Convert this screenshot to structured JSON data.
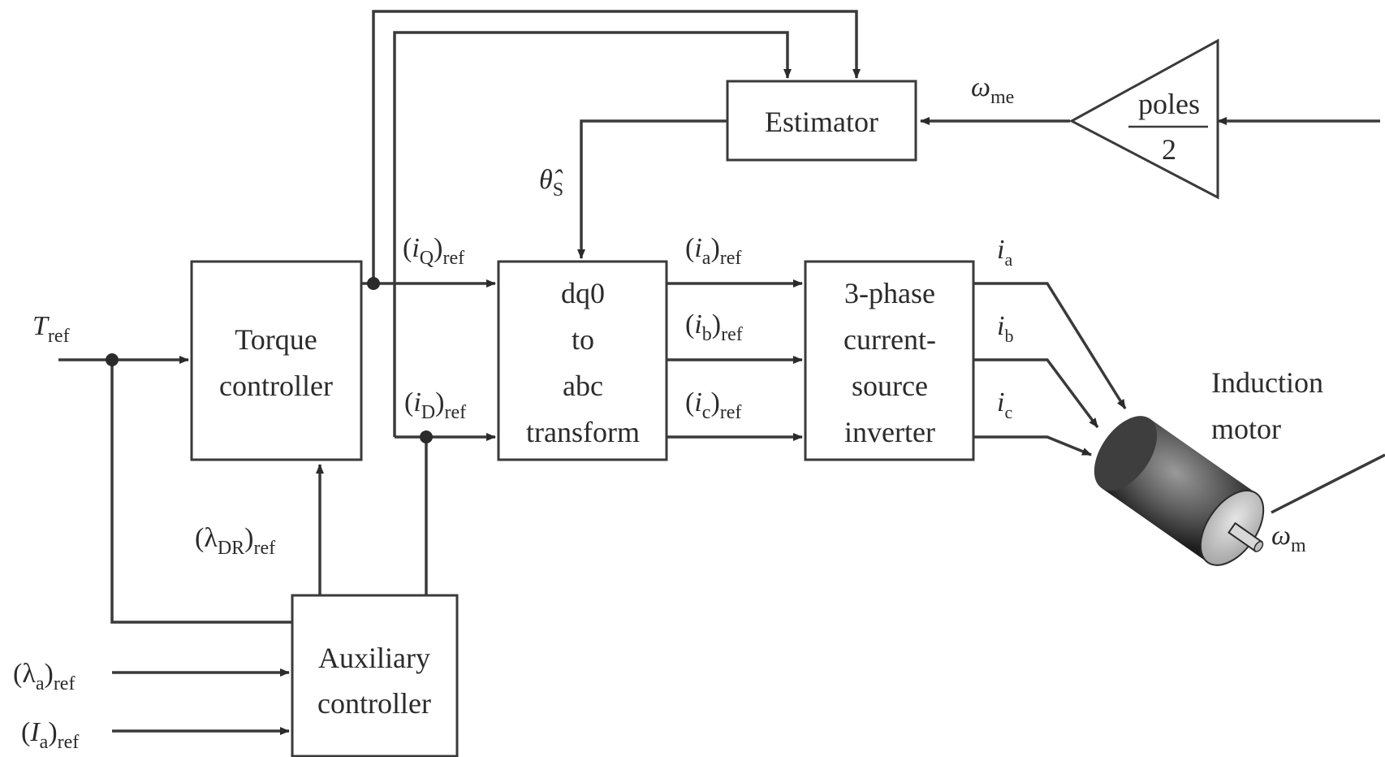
{
  "blocks": {
    "torque": [
      "Torque",
      "controller"
    ],
    "auxiliary": [
      "Auxiliary",
      "controller"
    ],
    "transform": [
      "dq0",
      "to",
      "abc",
      "transform"
    ],
    "inverter": [
      "3-phase",
      "current-",
      "source",
      "inverter"
    ],
    "estimator": "Estimator",
    "gain": {
      "numerator": "poles",
      "denominator": "2"
    },
    "motor": [
      "Induction",
      "motor"
    ]
  },
  "signals": {
    "T_ref": {
      "base": "T",
      "sub": "ref"
    },
    "lambda_DR_ref": {
      "paren": "λ",
      "sub1": "DR",
      "sub2": "ref"
    },
    "lambda_a_ref": {
      "paren": "λ",
      "sub1": "a",
      "sub2": "ref"
    },
    "I_a_ref": {
      "paren": "I",
      "sub1": "a",
      "sub2": "ref"
    },
    "iQ_ref": {
      "paren": "i",
      "sub1": "Q",
      "sub2": "ref"
    },
    "iD_ref": {
      "paren": "i",
      "sub1": "D",
      "sub2": "ref"
    },
    "ia_ref": {
      "paren": "i",
      "sub1": "a",
      "sub2": "ref"
    },
    "ib_ref": {
      "paren": "i",
      "sub1": "b",
      "sub2": "ref"
    },
    "ic_ref": {
      "paren": "i",
      "sub1": "c",
      "sub2": "ref"
    },
    "theta_S": {
      "base": "θ̂",
      "sub": "S"
    },
    "omega_me": {
      "base": "ω",
      "sub": "me"
    },
    "omega_m": {
      "base": "ω",
      "sub": "m"
    },
    "i_a": {
      "base": "i",
      "sub": "a"
    },
    "i_b": {
      "base": "i",
      "sub": "b"
    },
    "i_c": {
      "base": "i",
      "sub": "c"
    }
  }
}
